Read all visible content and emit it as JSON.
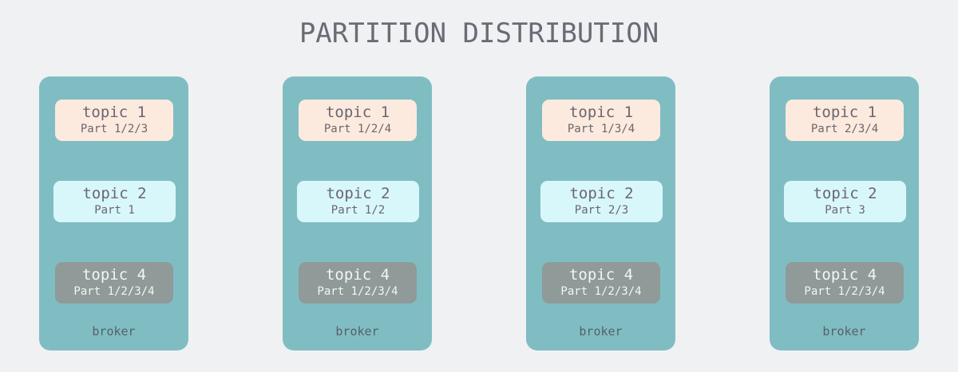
{
  "title": "PARTITION DISTRIBUTION",
  "brokers": [
    {
      "label": "broker",
      "topics": [
        {
          "name": "topic 1",
          "parts": "Part 1/2/3"
        },
        {
          "name": "topic 2",
          "parts": "Part 1"
        },
        {
          "name": "topic 4",
          "parts": "Part 1/2/3/4"
        }
      ]
    },
    {
      "label": "broker",
      "topics": [
        {
          "name": "topic 1",
          "parts": "Part 1/2/4"
        },
        {
          "name": "topic 2",
          "parts": "Part 1/2"
        },
        {
          "name": "topic 4",
          "parts": "Part 1/2/3/4"
        }
      ]
    },
    {
      "label": "broker",
      "topics": [
        {
          "name": "topic 1",
          "parts": "Part 1/3/4"
        },
        {
          "name": "topic 2",
          "parts": "Part 2/3"
        },
        {
          "name": "topic 4",
          "parts": "Part 1/2/3/4"
        }
      ]
    },
    {
      "label": "broker",
      "topics": [
        {
          "name": "topic 1",
          "parts": "Part 2/3/4"
        },
        {
          "name": "topic 2",
          "parts": "Part 3"
        },
        {
          "name": "topic 4",
          "parts": "Part 1/2/3/4"
        }
      ]
    }
  ]
}
